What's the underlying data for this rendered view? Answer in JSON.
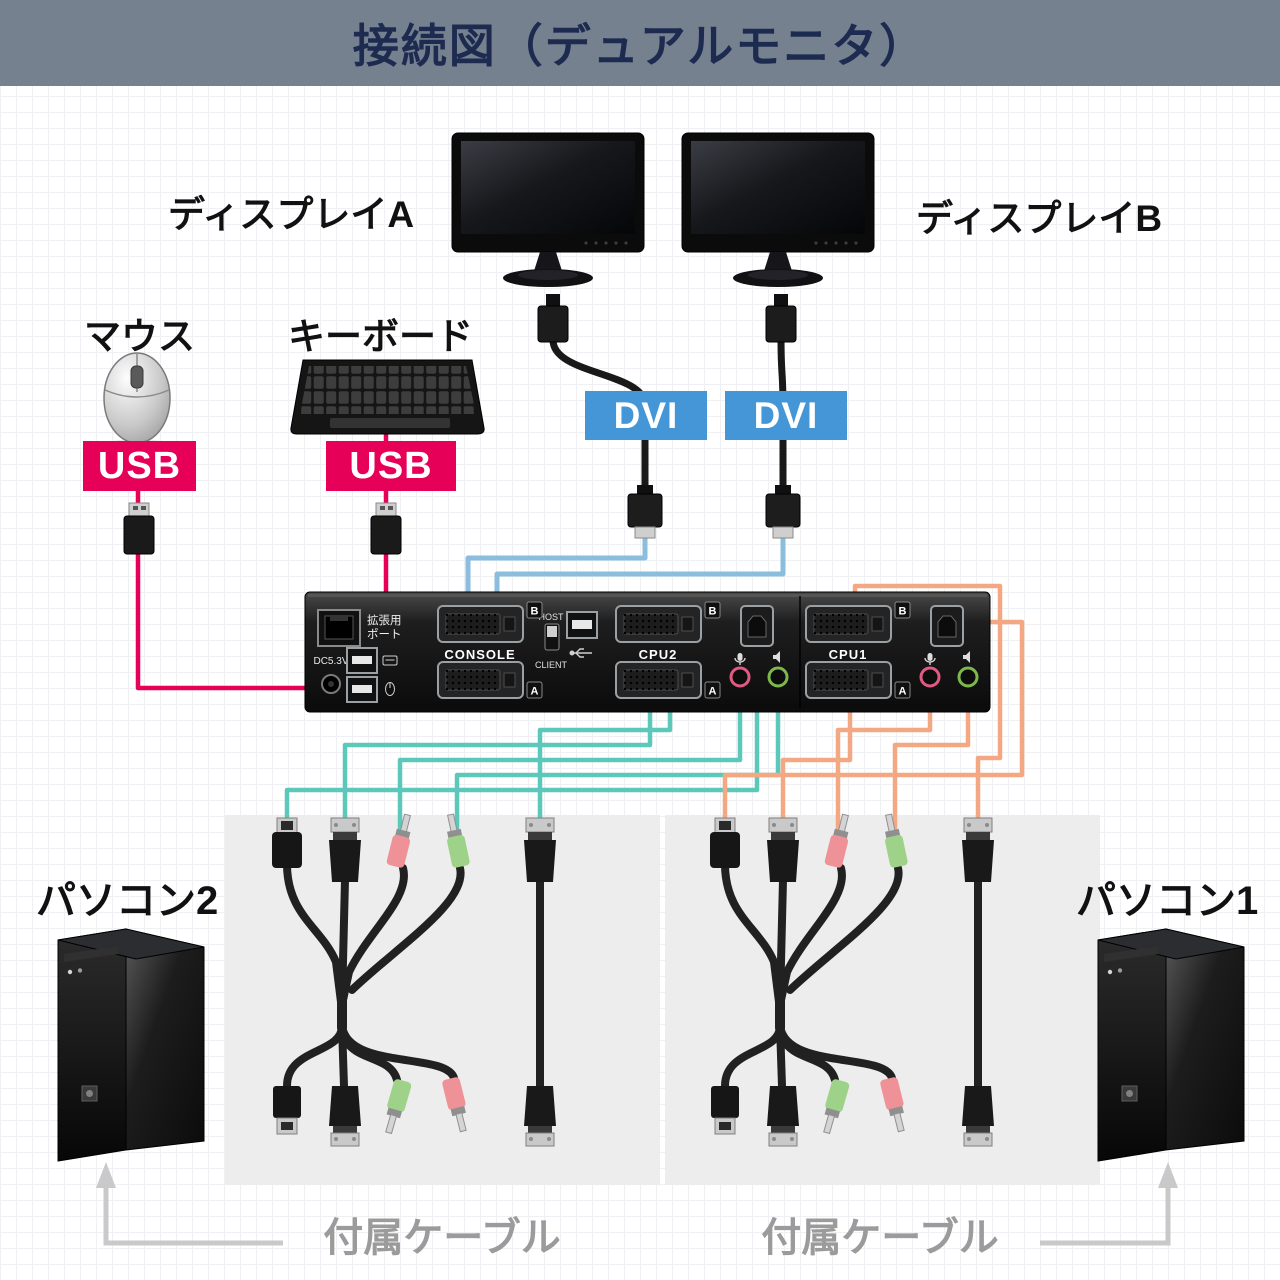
{
  "header": {
    "title": "接続図（デュアルモニタ）"
  },
  "labels": {
    "display_a": "ディスプレイA",
    "display_b": "ディスプレイB",
    "mouse": "マウス",
    "keyboard": "キーボード",
    "pc2": "パソコン2",
    "pc1": "パソコン1",
    "bundle_left": "付属ケーブル",
    "bundle_right": "付属ケーブル"
  },
  "badges": {
    "usb_mouse": "USB",
    "usb_keyboard": "USB",
    "dvi_left": "DVI",
    "dvi_right": "DVI"
  },
  "kvm": {
    "expansion_line1": "拡張用",
    "expansion_line2": "ポート",
    "dc_label": "DC5.3V",
    "console_label": "CONSOLE",
    "host_label": "HOST",
    "client_label": "CLIENT",
    "cpu2_label": "CPU2",
    "cpu1_label": "CPU1",
    "port_b": "B",
    "port_a": "A"
  },
  "colors": {
    "header_bg": "#76818F",
    "header_text": "#1E2B50",
    "usb_badge": "#E60057",
    "dvi_badge": "#4596D7",
    "cable_pink": "#E60057",
    "cable_blue": "#8BBEDD",
    "cable_teal": "#5BC8BA",
    "cable_orange": "#F4A783",
    "panel_gray": "#EDEDEE",
    "arrow_gray": "#C9C9C9"
  }
}
